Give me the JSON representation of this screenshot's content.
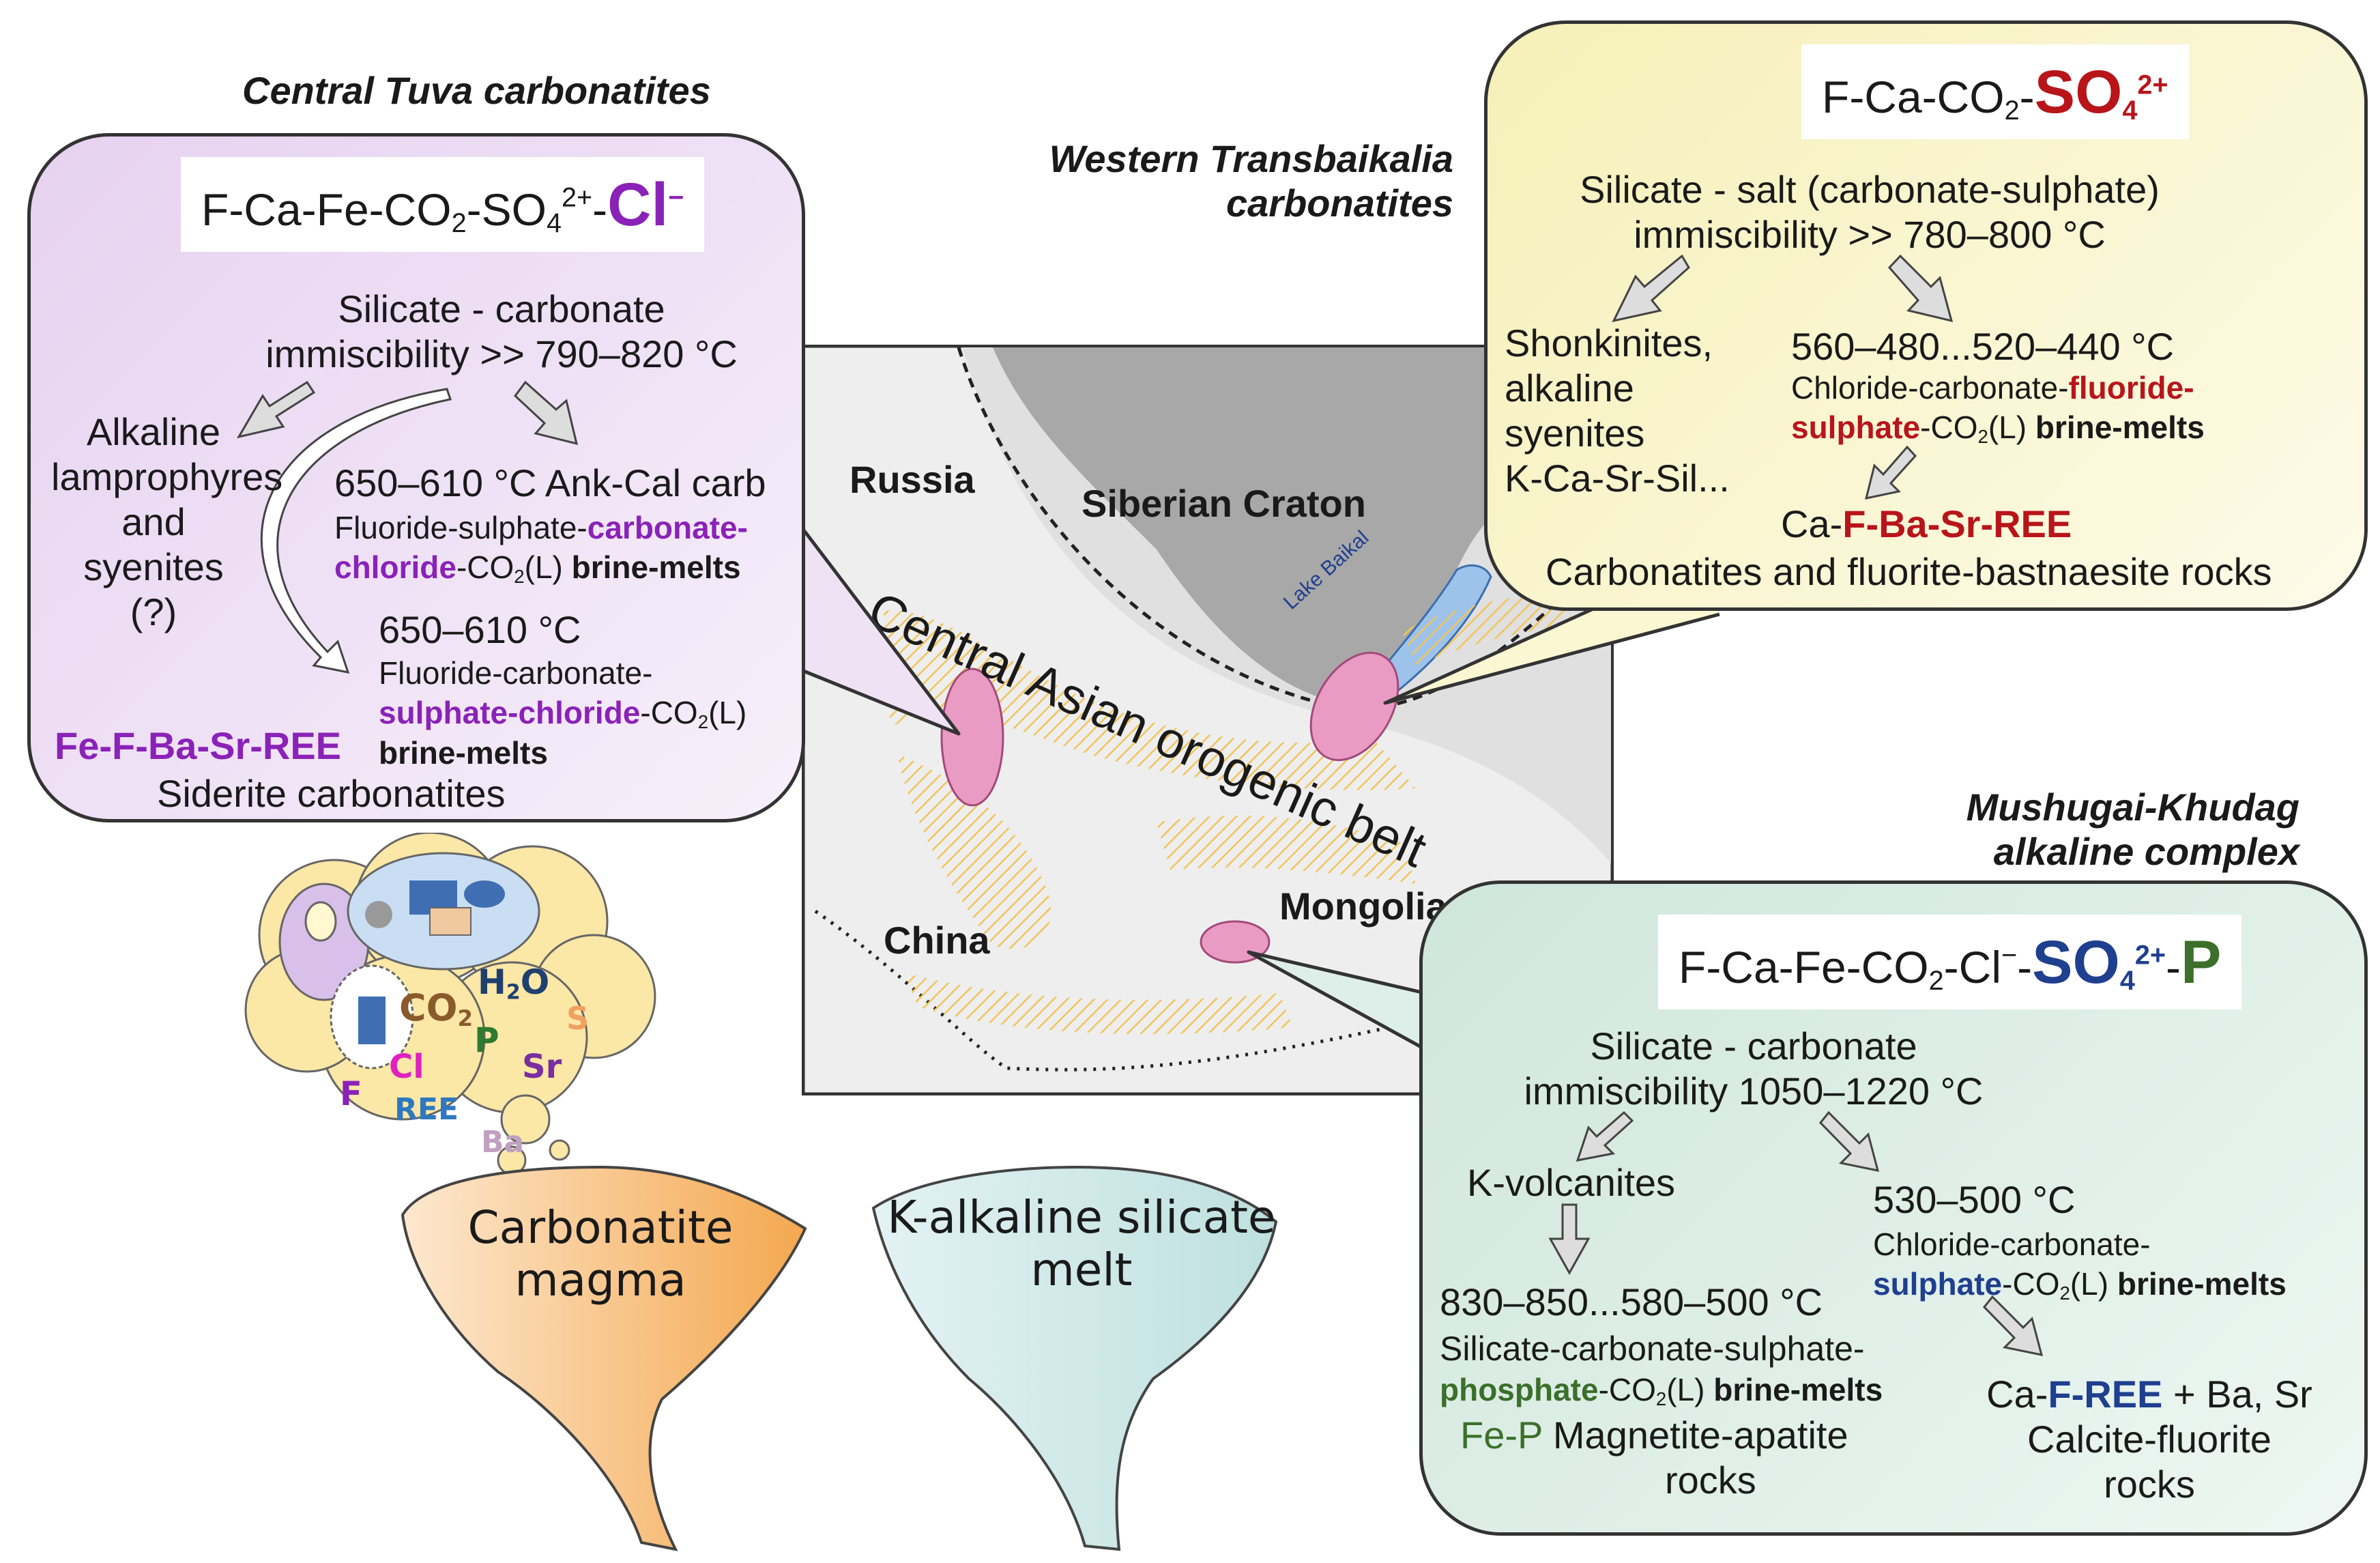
{
  "colors": {
    "tuva_panel": "#efe2f5",
    "transbaikalia_panel": "#fbf7d2",
    "mushugai_panel": "#deeee8",
    "map_bg": "#eeeeee",
    "craton": "#a8a8a8",
    "belt_hatch": "#f2c45a",
    "carbonatite_magma": "#f4a850",
    "silicate_melt": "#c9e4e4",
    "pink_region": "#e99bc3"
  },
  "tuva": {
    "title": "Central Tuva carbonatites",
    "formula_pre": "F-Ca-Fe-CO",
    "formula_sub": "2",
    "formula_mid": "-SO",
    "formula_sub2": "4",
    "formula_sup": "2+",
    "formula_dash": "-",
    "formula_hl": "Cl",
    "formula_hl_sup": "−",
    "immisc_line1": "Silicate - carbonate",
    "immisc_line2": "immiscibility >> 790–820 °C",
    "left_branch": [
      "Alkaline",
      "lamprophyres",
      "and syenites",
      "(?)"
    ],
    "mid_temp": "650–610 °C Ank-Cal carb",
    "mid_desc1_a": "Fluoride-sulphate-",
    "mid_desc1_b": "carbonate-",
    "mid_desc2_a": "chloride",
    "mid_desc2_b": "-CO",
    "mid_desc2_sub": "2",
    "mid_desc2_c": "(L) ",
    "mid_desc2_d": "brine-melts",
    "low_temp": "650–610 °C",
    "low_desc1": "Fluoride-carbonate-",
    "low_desc2_a": "sulphate-chloride",
    "low_desc2_b": "-CO",
    "low_desc2_sub": "2",
    "low_desc2_c": "(L)",
    "low_desc3": "brine-melts",
    "elements": "Fe-F-Ba-Sr-REE",
    "rock": "Siderite carbonatites"
  },
  "transbaikalia": {
    "title_line1": "Western Transbaikalia",
    "title_line2": "carbonatites",
    "formula_pre": "F-Ca-CO",
    "formula_sub": "2",
    "formula_dash": "-",
    "formula_hl": "SO",
    "formula_hl_sub": "4",
    "formula_hl_sup": "2+",
    "immisc_line1": "Silicate - salt (carbonate-sulphate)",
    "immisc_line2": "immiscibility >> 780–800 °C",
    "left_branch": [
      "Shonkinites,",
      "alkaline",
      "syenites",
      "K-Ca-Sr-Sil..."
    ],
    "right_temp": "560–480...520–440 °C",
    "right_desc1_a": "Chloride-carbonate-",
    "right_desc1_b": "fluoride-",
    "right_desc2_a": "sulphate",
    "right_desc2_b": "-CO",
    "right_desc2_sub": "2",
    "right_desc2_c": "(L) ",
    "right_desc2_d": "brine-melts",
    "elements_pre": "Ca-",
    "elements_hl": "F-Ba-Sr-REE",
    "rock": "Carbonatites and fluorite-bastnaesite rocks"
  },
  "mushugai": {
    "title_line1": "Mushugai-Khudag",
    "title_line2": "alkaline complex",
    "formula_pre": "F-Ca-Fe-CO",
    "formula_sub": "2",
    "formula_mid": "-Cl",
    "formula_mid_sup": "−",
    "formula_dash": "-",
    "formula_hl": "SO",
    "formula_hl_sub": "4",
    "formula_hl_sup": "2+",
    "formula_dash2": "-",
    "formula_hl2": "P",
    "immisc_line1": "Silicate - carbonate",
    "immisc_line2": "immiscibility 1050–1220 °C",
    "left_branch": "K-volcanites",
    "left_temp": "830–850...580–500 °C",
    "left_desc1": "Silicate-carbonate-sulphate-",
    "left_desc2_a": "phosphate",
    "left_desc2_b": "-CO",
    "left_desc2_sub": "2",
    "left_desc2_c": "(L) ",
    "left_desc2_d": "brine-melts",
    "left_elements": "Fe-P",
    "left_rock1": "Magnetite-apatite",
    "left_rock2": "rocks",
    "right_temp": "530–500 °C",
    "right_desc1": "Chloride-carbonate-",
    "right_desc2_a": "sulphate",
    "right_desc2_b": "-CO",
    "right_desc2_sub": "2",
    "right_desc2_c": "(L) ",
    "right_desc2_d": "brine-melts",
    "right_elements_pre": "Ca-",
    "right_elements_hl": "F-REE",
    "right_elements_post": " + Ba, Sr",
    "right_rock1": "Calcite-fluorite",
    "right_rock2": "rocks"
  },
  "map": {
    "russia": "Russia",
    "craton": "Siberian Craton",
    "belt": "Central Asian orogenic belt",
    "lake": "Lake Baikal",
    "china": "China",
    "mongolia": "Mongolia"
  },
  "bubble": {
    "co2": "CO",
    "co2_sub": "2",
    "h2o_a": "H",
    "h2o_sub": "2",
    "h2o_b": "O",
    "s": "S",
    "p": "P",
    "cl": "Cl",
    "sr": "Sr",
    "f": "F",
    "ree": "REE",
    "ba": "Ba"
  },
  "funnels": {
    "carbonatite_line1": "Carbonatite",
    "carbonatite_line2": "magma",
    "silicate_line1": "K-alkaline silicate",
    "silicate_line2": "melt"
  }
}
